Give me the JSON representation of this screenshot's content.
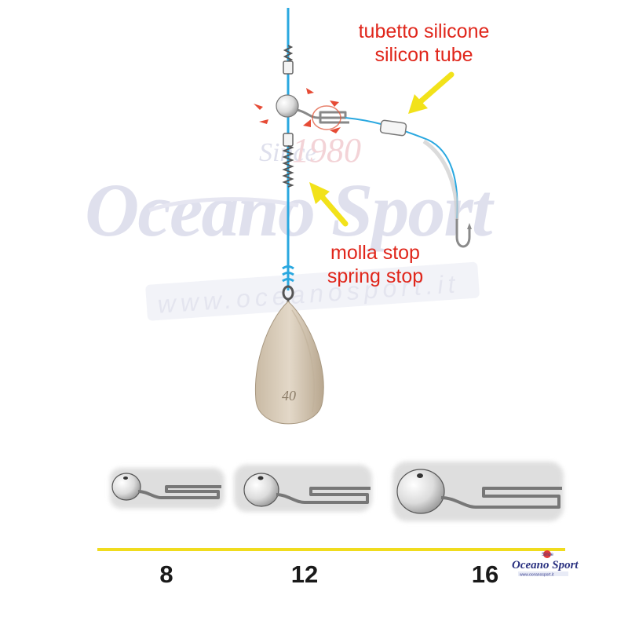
{
  "labels": {
    "tube_it": "tubetto silicone",
    "tube_en": "silicon tube",
    "spring_it": "molla stop",
    "spring_en": "spring stop"
  },
  "sinker": {
    "weight": "40"
  },
  "sizes": [
    "8",
    "12",
    "16"
  ],
  "watermark": {
    "since": "Since 1980",
    "brand": "Oceano Sport",
    "url": "www.oceanosport.it"
  },
  "colors": {
    "line": "#2aa8e0",
    "label": "#e0261b",
    "arrow": "#f2e21a",
    "divider": "#f0dc1e",
    "sinker": "#d8cbb9"
  }
}
